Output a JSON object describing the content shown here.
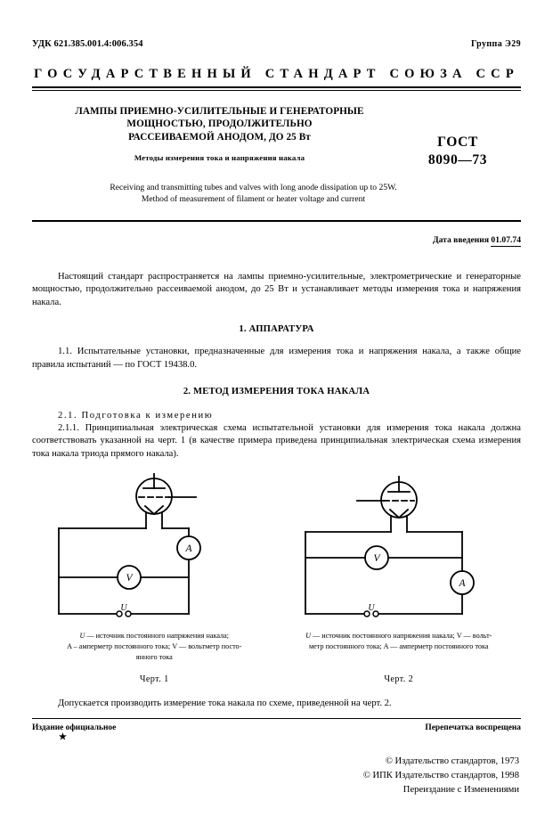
{
  "header": {
    "udk": "УДК 621.385.001.4:006.354",
    "group": "Группа Э29",
    "standard_line": "ГОСУДАРСТВЕННЫЙ СТАНДАРТ СОЮЗА ССР"
  },
  "title": {
    "main_line1": "ЛАМПЫ ПРИЕМНО-УСИЛИТЕЛЬНЫЕ И ГЕНЕРАТОРНЫЕ",
    "main_line2": "МОЩНОСТЬЮ, ПРОДОЛЖИТЕЛЬНО",
    "main_line3": "РАССЕИВАЕМОЙ АНОДОМ, ДО 25 Вт",
    "subtitle": "Методы измерения тока и напряжения накала",
    "gost_label": "ГОСТ",
    "gost_number": "8090—73",
    "english_line1": "Receiving and transmitting tubes and valves with long anode dissipation up to 25W.",
    "english_line2": "Method of measurement of filament or heater voltage and current"
  },
  "date": {
    "label": "Дата введения",
    "value": "01.07.74"
  },
  "body": {
    "scope": "Настоящий стандарт распространяется на лампы приемно-усилительные, электрометрические и генераторные мощностью, продолжительно рассеиваемой анодом, до 25 Вт и устанавливает методы измерения тока и напряжения накала.",
    "section1_head": "1. АППАРАТУРА",
    "clause_1_1": "1.1. Испытательные установки, предназначенные для измерения тока и напряжения накала, а также общие правила испытаний — по ГОСТ 19438.0.",
    "section2_head": "2. МЕТОД ИЗМЕРЕНИЯ ТОКА НАКАЛА",
    "clause_2_1_head": "2.1. Подготовка к измерению",
    "clause_2_1_1": "2.1.1. Принципиальная электрическая схема испытательной установки для измерения тока накала должна соответствовать указанной на черт. 1 (в качестве примера приведена принципиальная электрическая схема измерения тока накала триода прямого накала).",
    "closing": "Допускается производить измерение тока накала по схеме, приведенной на черт. 2."
  },
  "figures": [
    {
      "name": "figure-1",
      "source_label": "Uн",
      "ammeter_label": "A",
      "voltmeter_label": "V",
      "legend_line1": "Uн — источник постоянного напряжения накала;",
      "legend_line2": "A – амперметр постоянного тока; V — вольтметр посто-",
      "legend_line3": "янного тока",
      "caption": "Черт. 1"
    },
    {
      "name": "figure-2",
      "source_label": "Uн",
      "ammeter_label": "A",
      "voltmeter_label": "V",
      "legend_line1": "Uн — источник постоянного напряжения накала; V — вольт-",
      "legend_line2": "метр постоянного тока; A — амперметр постоянного тока",
      "legend_line3": "",
      "caption": "Черт. 2"
    }
  ],
  "footer": {
    "official": "Издание официальное",
    "star": "★",
    "reprint_forbidden": "Перепечатка воспрещена",
    "copyright_line1": "© Издательство стандартов, 1973",
    "copyright_line2": "© ИПК Издательство стандартов, 1998",
    "copyright_line3": "Переиздание с Изменениями"
  },
  "colors": {
    "ink": "#000000",
    "paper": "#ffffff"
  }
}
